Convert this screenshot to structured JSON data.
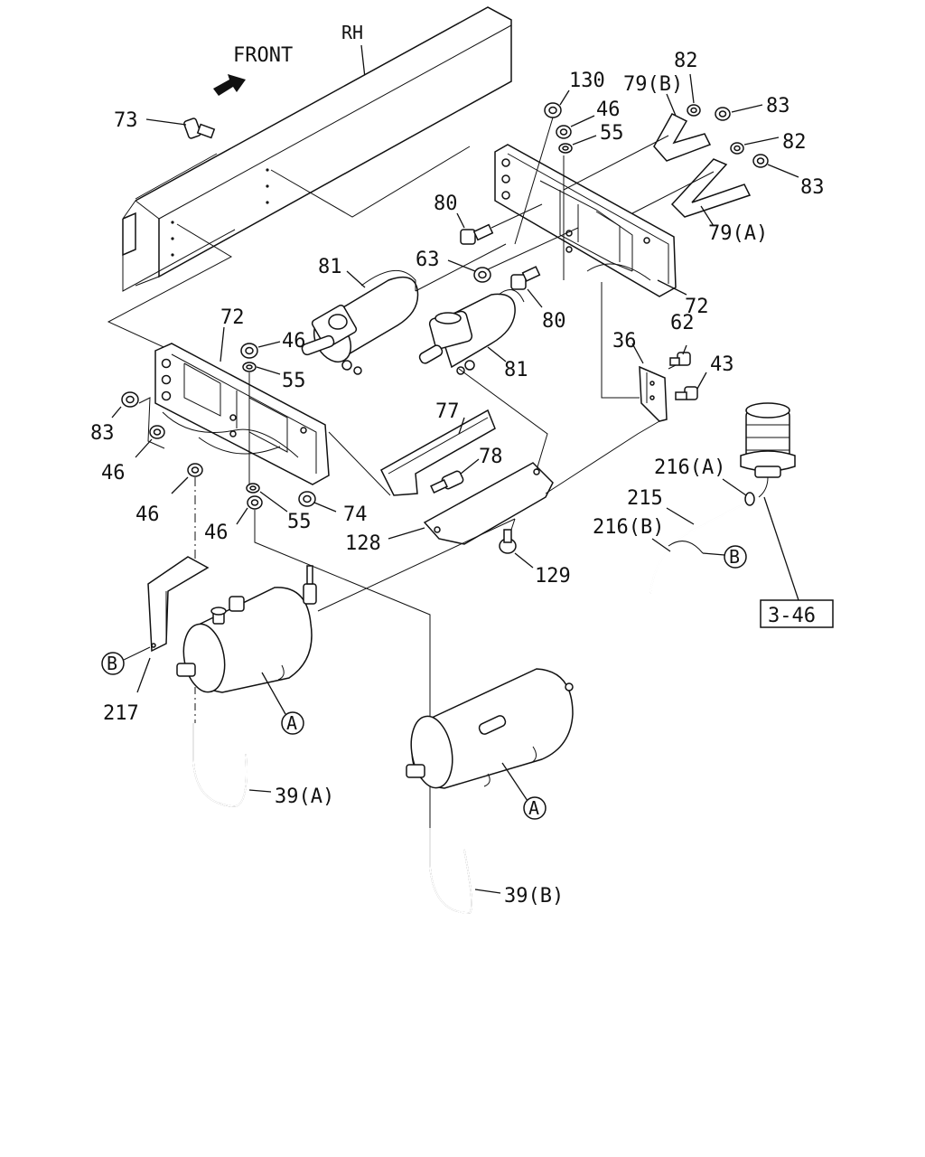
{
  "diagram": {
    "direction_label": "FRONT",
    "frame_side_label": "RH",
    "ref_box": "3-46",
    "markers": {
      "a": "A",
      "b": "B"
    },
    "callouts": {
      "c73": "73",
      "c130": "130",
      "c79b": "79(B)",
      "c82a": "82",
      "c83a": "83",
      "c46a": "46",
      "c55a": "55",
      "c82b": "82",
      "c83b": "83",
      "c80a": "80",
      "c79a": "79(A)",
      "c63": "63",
      "c81a": "81",
      "c72a": "72",
      "c80b": "80",
      "c72b": "72",
      "c46b": "46",
      "c55b": "55",
      "c62": "62",
      "c36": "36",
      "c81b": "81",
      "c43": "43",
      "c83c": "83",
      "c77": "77",
      "c46c": "46",
      "c78": "78",
      "c216a": "216(A)",
      "c215": "215",
      "c46d": "46",
      "c55c": "55",
      "c74": "74",
      "c46e": "46",
      "c216b": "216(B)",
      "c128": "128",
      "c129": "129",
      "c217": "217",
      "c39a": "39(A)",
      "c39b": "39(B)"
    }
  }
}
